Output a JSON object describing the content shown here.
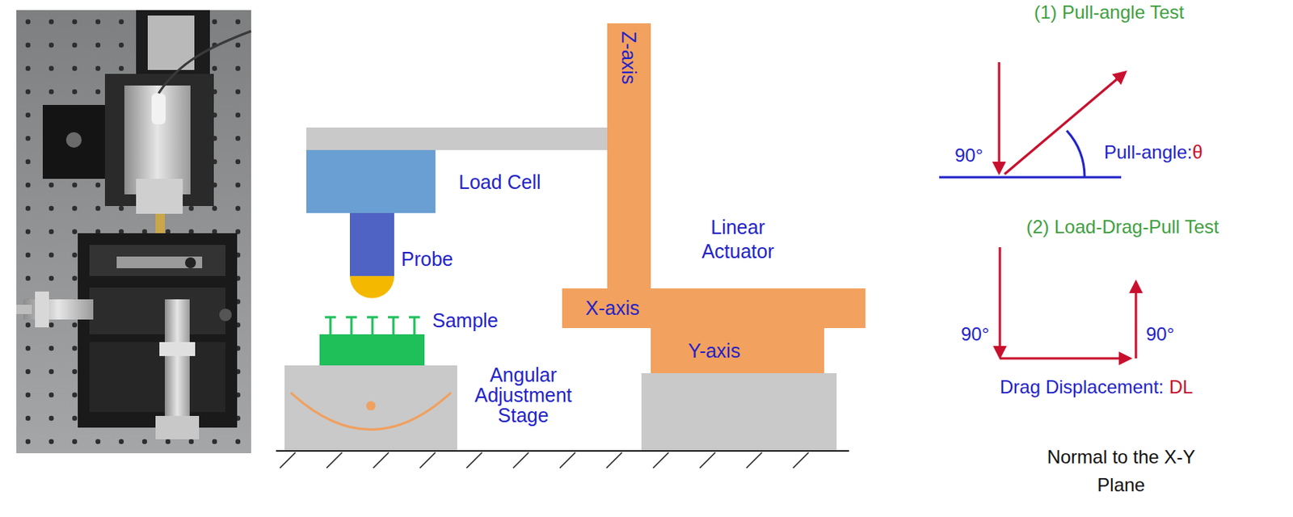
{
  "diagram": {
    "nodes": [
      {
        "text": [
          "Z-axis"
        ]
      },
      {
        "text": [
          "X-axis"
        ]
      },
      {
        "text": [
          "Y-axis"
        ]
      }
    ],
    "labels": [
      "Load Cell",
      "Probe",
      "Sample",
      "Angular Adjustment Stage",
      "Linear Actuator",
      "(1) Pull-angle Test",
      "90°",
      "Pull-angle:",
      "θ",
      "(2) Load-Drag-Pull Test",
      "90°",
      "90°",
      "Drag Displacement:",
      "DL",
      "Normal to the X-Y Plane"
    ]
  }
}
